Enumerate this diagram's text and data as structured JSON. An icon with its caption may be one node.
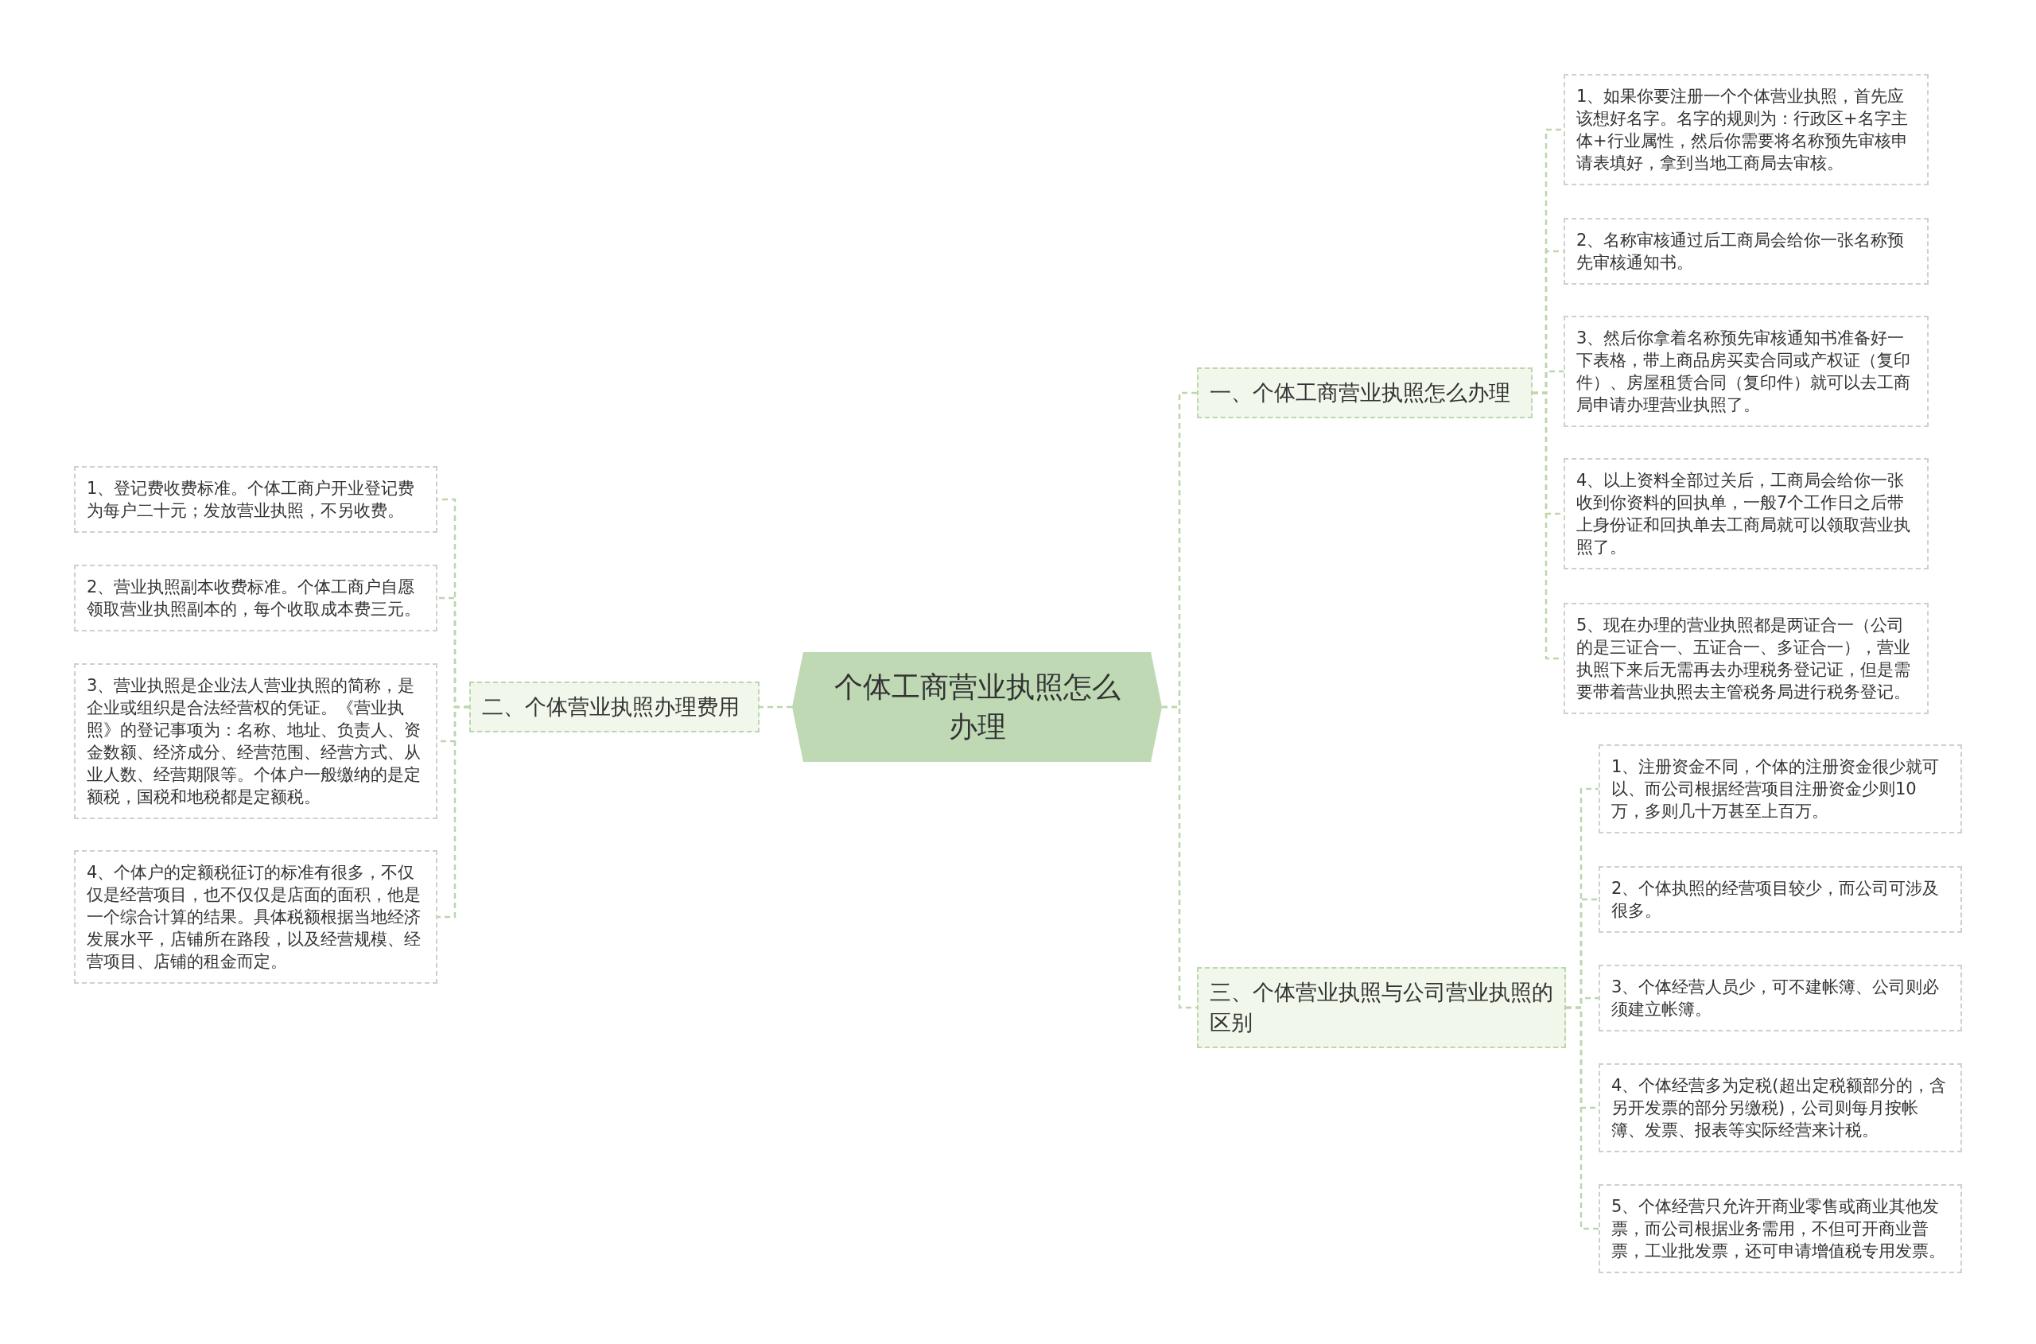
{
  "diagram": {
    "nodes": [
      {
        "text": [
          "个体工商营业执照怎么办理"
        ]
      },
      {
        "text": [
          "一、个体工商营业执照怎么办理"
        ]
      },
      {
        "text": [
          "1、如果你要注册一个个体营业执照，首先应该想好名字。名字的规则为：行政区+名字主体+行业属性，然后你需要将名称预先审核申请表填好，拿到当地工商局去审核。"
        ]
      },
      {
        "text": [
          "2、名称审核通过后工商局会给你一张名称预先审核通知书。"
        ]
      },
      {
        "text": [
          "3、然后你拿着名称预先审核通知书准备好一下表格，带上商品房买卖合同或产权证（复印件）、房屋租赁合同（复印件）就可以去工商局申请办理营业执照了。"
        ]
      },
      {
        "text": [
          "4、以上资料全部过关后，工商局会给你一张收到你资料的回执单，一般7个工作日之后带上身份证和回执单去工商局就可以领取营业执照了。"
        ]
      },
      {
        "text": [
          "5、现在办理的营业执照都是两证合一（公司的是三证合一、五证合一、多证合一），营业执照下来后无需再去办理税务登记证，但是需要带着营业执照去主管税务局进行税务登记。"
        ]
      },
      {
        "text": [
          "二、个体营业执照办理费用"
        ]
      },
      {
        "text": [
          "1、登记费收费标准。个体工商户开业登记费为每户二十元；发放营业执照，不另收费。"
        ]
      },
      {
        "text": [
          "2、营业执照副本收费标准。个体工商户自愿领取营业执照副本的，每个收取成本费三元。"
        ]
      },
      {
        "text": [
          "3、营业执照是企业法人营业执照的简称，是企业或组织是合法经营权的凭证。《营业执照》的登记事项为：名称、地址、负责人、资金数额、经济成分、经营范围、经营方式、从业人数、经营期限等。个体户一般缴纳的是定额税，国税和地税都是定额税。"
        ]
      },
      {
        "text": [
          "4、个体户的定额税征订的标准有很多，不仅仅是经营项目，也不仅仅是店面的面积，他是一个综合计算的结果。具体税额根据当地经济发展水平，店铺所在路段，以及经营规模、经营项目、店铺的租金而定。"
        ]
      },
      {
        "text": [
          "三、个体营业执照与公司营业执照的区别"
        ]
      },
      {
        "text": [
          "1、注册资金不同，个体的注册资金很少就可以、而公司根据经营项目注册资金少则10万，多则几十万甚至上百万。"
        ]
      },
      {
        "text": [
          "2、个体执照的经营项目较少，而公司可涉及很多。"
        ]
      },
      {
        "text": [
          "3、个体经营人员少，可不建帐簿、公司则必须建立帐簿。"
        ]
      },
      {
        "text": [
          "4、个体经营多为定税(超出定税额部分的，含另开发票的部分另缴税)，公司则每月按帐簿、发票、报表等实际经营来计税。"
        ]
      },
      {
        "text": [
          "5、个体经营只允许开商业零售或商业其他发票，而公司根据业务需用，不但可开商业普票，工业批发票，还可申请增值税专用发票。"
        ]
      }
    ],
    "edges": [
      {
        "from": 0,
        "to": 1,
        "arrow": "none"
      },
      {
        "from": 1,
        "to": 2,
        "arrow": "none"
      },
      {
        "from": 1,
        "to": 3,
        "arrow": "none"
      },
      {
        "from": 1,
        "to": 4,
        "arrow": "none"
      },
      {
        "from": 1,
        "to": 5,
        "arrow": "none"
      },
      {
        "from": 1,
        "to": 6,
        "arrow": "none"
      },
      {
        "from": 0,
        "to": 7,
        "arrow": "none"
      },
      {
        "from": 7,
        "to": 8,
        "arrow": "none"
      },
      {
        "from": 7,
        "to": 9,
        "arrow": "none"
      },
      {
        "from": 7,
        "to": 10,
        "arrow": "none"
      },
      {
        "from": 7,
        "to": 11,
        "arrow": "none"
      },
      {
        "from": 0,
        "to": 12,
        "arrow": "none"
      },
      {
        "from": 12,
        "to": 13,
        "arrow": "none"
      },
      {
        "from": 12,
        "to": 14,
        "arrow": "none"
      },
      {
        "from": 12,
        "to": 15,
        "arrow": "none"
      },
      {
        "from": 12,
        "to": 16,
        "arrow": "none"
      },
      {
        "from": 12,
        "to": 17,
        "arrow": "none"
      }
    ]
  }
}
